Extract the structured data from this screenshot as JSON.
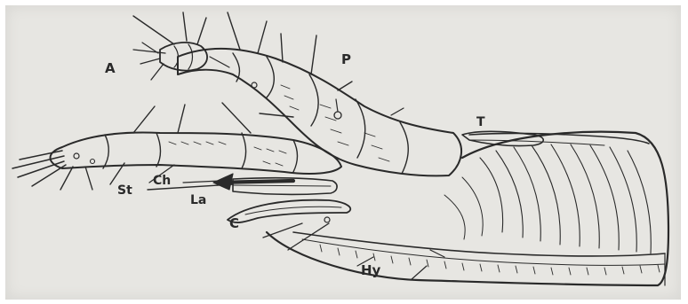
{
  "figure": {
    "labels": {
      "a": "A",
      "p": "P",
      "t": "T",
      "ch": "Ch",
      "st": "St",
      "la": "La",
      "c": "C",
      "hy": "Hy"
    },
    "colors": {
      "paper": "#e7e6e2",
      "ink": "#2a2a2a"
    }
  }
}
